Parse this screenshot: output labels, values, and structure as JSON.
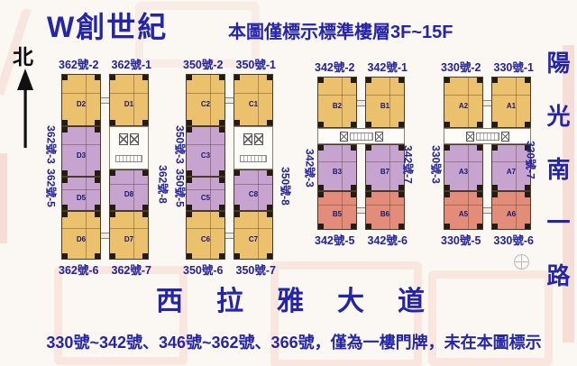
{
  "title": "W創世紀",
  "subtitle": "本圖僅標示標準樓層3F~15F",
  "north": {
    "label": "北"
  },
  "streets": {
    "east_vertical": "陽光南一路",
    "south": "西拉雅大道"
  },
  "footnote": "330號~342號、346號~362號、366號，僅為一樓門牌，未在本圖標示",
  "colors": {
    "background": "#fbf8f3",
    "unit_orange": "#ecc16d",
    "unit_purple": "#c7a3d0",
    "unit_salmon": "#e28c79",
    "wall": "#4a3a28",
    "text_navy": "#2222a0",
    "title_blue": "#2525ac",
    "watermark_pink": "#eda79c"
  },
  "blocks": [
    {
      "id": "D",
      "top_labels": [
        "362號-2",
        "362號-1"
      ],
      "side_labels": {
        "left_upper": "362號-3",
        "left_lower": "362號-5",
        "right": "362號-8"
      },
      "bottom_labels": [
        "362號-6",
        "362號-7"
      ],
      "units": {
        "top_left": "D2",
        "top_right": "D1",
        "mid_left_upper": "D3",
        "mid_left_lower": "D5",
        "mid_right": "D8",
        "bottom_left": "D6",
        "bottom_right": "D7"
      }
    },
    {
      "id": "C",
      "top_labels": [
        "350號-2",
        "350號-1"
      ],
      "side_labels": {
        "left_upper": "350號-3",
        "left_lower": "350號-5",
        "right": "350號-8"
      },
      "bottom_labels": [
        "350號-6",
        "350號-7"
      ],
      "units": {
        "top_left": "C2",
        "top_right": "C1",
        "mid_left_upper": "C3",
        "mid_left_lower": "C5",
        "mid_right": "C8",
        "bottom_left": "C6",
        "bottom_right": "C7"
      }
    },
    {
      "id": "B",
      "top_labels": [
        "342號-2",
        "342號-1"
      ],
      "side_labels": {
        "left": "342號-3",
        "right": "342號-7"
      },
      "bottom_labels": [
        "342號-5",
        "342號-6"
      ],
      "units": {
        "top_left": "B2",
        "top_right": "B1",
        "mid_left": "B3",
        "mid_right": "B7",
        "bottom_left": "B5",
        "bottom_right": "B6"
      }
    },
    {
      "id": "A",
      "top_labels": [
        "330號-2",
        "330號-1"
      ],
      "side_labels": {
        "left": "330號-3",
        "right": "330號-7"
      },
      "bottom_labels": [
        "330號-5",
        "330號-6"
      ],
      "units": {
        "top_left": "A2",
        "top_right": "A1",
        "mid_left": "A3",
        "mid_right": "A7",
        "bottom_left": "A5",
        "bottom_right": "A6"
      }
    }
  ]
}
